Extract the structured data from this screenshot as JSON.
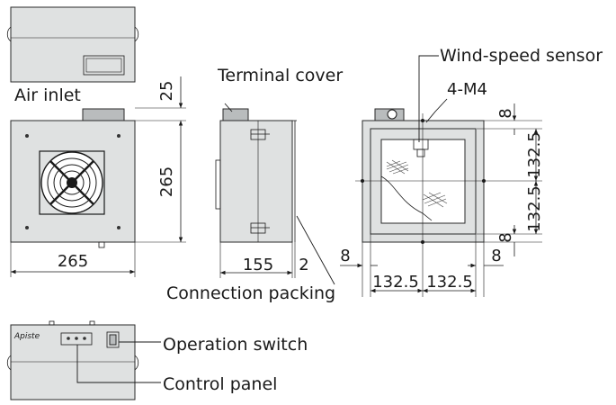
{
  "labels": {
    "air_inlet": "Air inlet",
    "terminal_cover": "Terminal cover",
    "wind_speed_sensor": "Wind-speed sensor",
    "m4_holes": "4-M4",
    "connection_packing": "Connection packing",
    "operation_switch": "Operation switch",
    "control_panel": "Control panel",
    "brand": "Apiste"
  },
  "dimensions": {
    "top_height": "25",
    "front_height": "265",
    "front_width": "265",
    "side_depth": "155",
    "packing_thickness": "2",
    "flange_top": "8",
    "half_height_top": "132.5",
    "half_height_bottom": "132.5",
    "flange_bottom": "8",
    "flange_left": "8",
    "half_width_left": "132.5",
    "half_width_right": "132.5",
    "flange_right": "8"
  },
  "colors": {
    "body": "#dfe1e1",
    "outline": "#2a2a2a"
  }
}
